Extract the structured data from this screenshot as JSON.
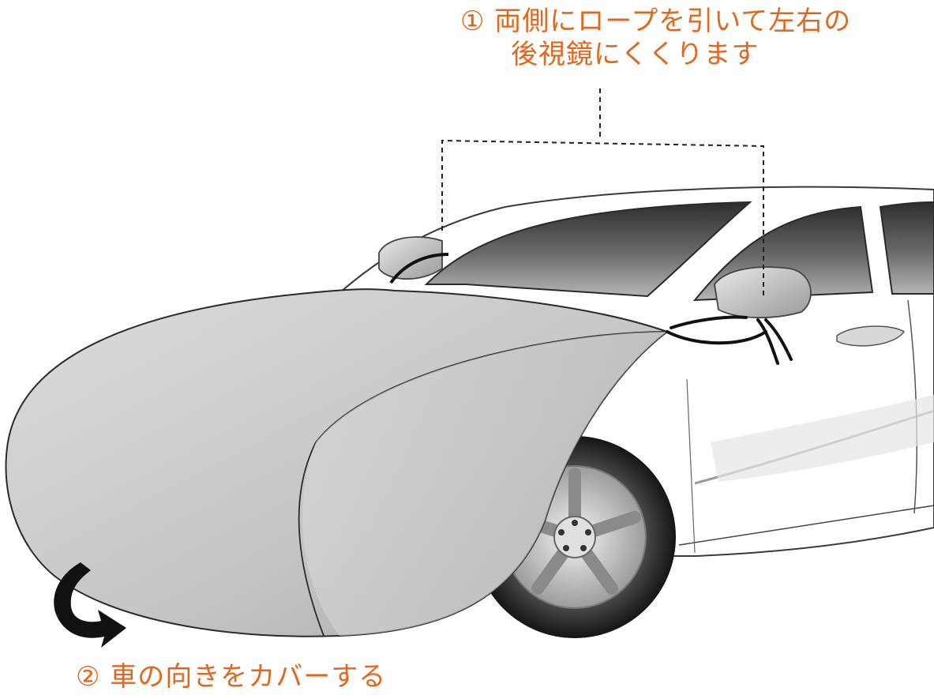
{
  "step1": {
    "number": "①",
    "line1": "両側にロープを引いて左右の",
    "line2": "後視鏡にくくります"
  },
  "step2": {
    "number": "②",
    "text": "車の向きをカバーする"
  },
  "colors": {
    "caption": "#e2661c",
    "car_body": "#ffffff",
    "car_outline": "#3a3a3a",
    "cover": "#c9c9c9",
    "glass": "#4a4a4a",
    "arrow": "#111111"
  },
  "icons": {
    "turn_arrow": "curved-arrow-icon"
  }
}
